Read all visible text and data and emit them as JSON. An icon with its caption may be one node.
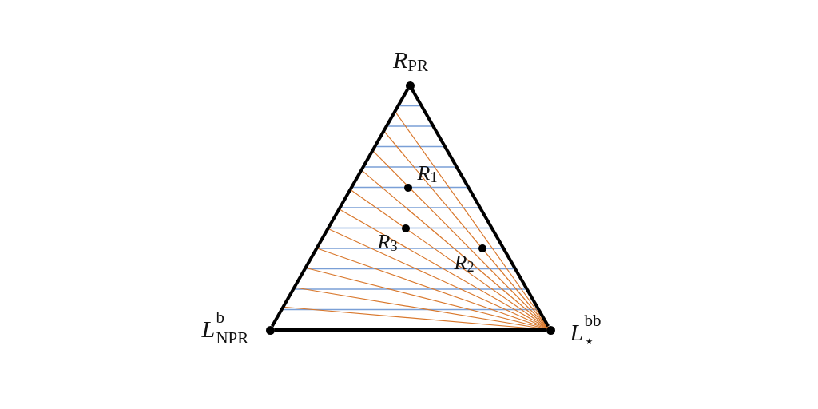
{
  "diagram": {
    "nodes": [
      {
        "text": [],
        "shape": "circle",
        "beside": [
          "*R*$_{PR}$"
        ]
      },
      {
        "text": [],
        "shape": "circle",
        "beside": [
          "*R*$_{1}$"
        ]
      },
      {
        "text": [],
        "shape": "circle",
        "beside": [
          "*R*$_{3}$"
        ]
      },
      {
        "text": [],
        "shape": "circle",
        "beside": [
          "*R*$_{2}$"
        ]
      },
      {
        "text": [],
        "shape": "circle",
        "beside": [
          "*L*$^{b}$$_{NPR}$"
        ]
      },
      {
        "text": [],
        "shape": "circle",
        "beside": [
          "*L*$^{bb}$$_{⋆}$"
        ]
      }
    ],
    "edges": [
      {
        "from": 0,
        "to": 4,
        "arrow": "none"
      },
      {
        "from": 4,
        "to": 5,
        "arrow": "none"
      },
      {
        "from": 5,
        "to": 0,
        "arrow": "none"
      }
    ]
  }
}
